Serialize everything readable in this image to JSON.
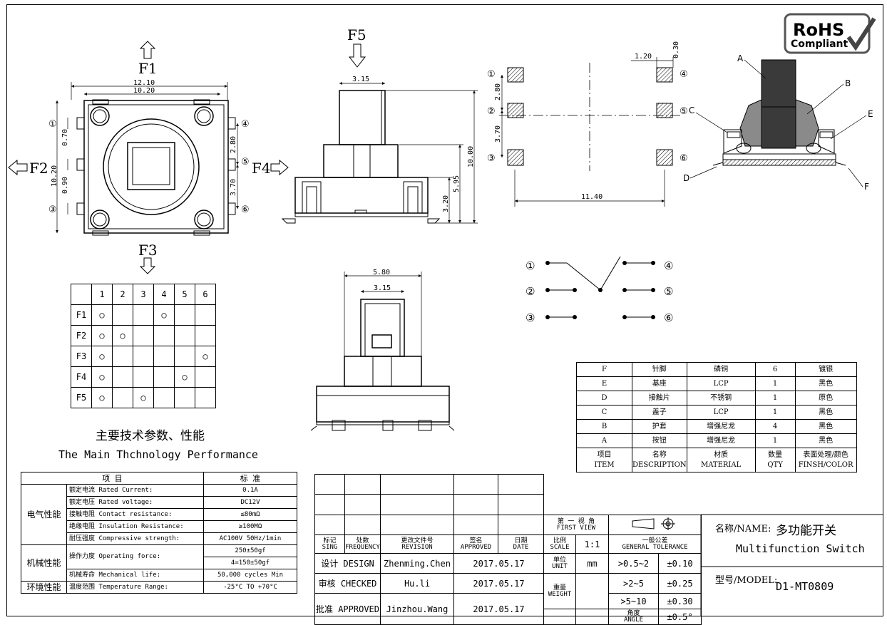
{
  "badge": {
    "line1": "RoHS",
    "line2": "Compliant"
  },
  "forces": {
    "f1": "F1",
    "f2": "F2",
    "f3": "F3",
    "f4": "F4",
    "f5": "F5"
  },
  "pins": {
    "p1": "①",
    "p2": "②",
    "p3": "③",
    "p4": "④",
    "p5": "⑤",
    "p6": "⑥"
  },
  "dims": {
    "top_w1": "12.10",
    "top_w2": "10.20",
    "left_h1": "0.70",
    "left_h2": "0.90",
    "left_h3": "10.20",
    "right_h1": "2.80",
    "right_h2": "3.70",
    "side_w": "3.15",
    "side_h1": "10.00",
    "side_h2": "5.95",
    "side_h3": "3.20",
    "pad_w": "1.20",
    "pad_h": "0.30",
    "pad_h1": "2.80",
    "pad_h2": "3.70",
    "pad_span": "11.40",
    "front_w1": "5.80",
    "front_w2": "3.15"
  },
  "section_labels": {
    "a": "A",
    "b": "B",
    "c": "C",
    "d": "D",
    "e": "E",
    "f": "F"
  },
  "matrix": {
    "cols": [
      "",
      "1",
      "2",
      "3",
      "4",
      "5",
      "6"
    ],
    "rows": [
      [
        "F1",
        "○",
        "",
        "",
        "○",
        "",
        ""
      ],
      [
        "F2",
        "○",
        "○",
        "",
        "",
        "",
        ""
      ],
      [
        "F3",
        "○",
        "",
        "",
        "",
        "",
        "○"
      ],
      [
        "F4",
        "○",
        "",
        "",
        "",
        "○",
        ""
      ],
      [
        "F5",
        "○",
        "",
        "○",
        "",
        "",
        ""
      ]
    ]
  },
  "performance": {
    "title_cn": "主要技术参数、性能",
    "title_en": "The Main Thchnology Performance"
  },
  "spec": {
    "head_item": "项  目",
    "head_std": "标  准",
    "group_elec": "电气性能",
    "group_mech": "机械性能",
    "group_env": "环境性能",
    "rows": [
      {
        "cn": "额定电流",
        "en": "Rated Current:",
        "val": "0.1A"
      },
      {
        "cn": "额定电压",
        "en": "Rated voltage:",
        "val": "DC12V"
      },
      {
        "cn": "接触电阻",
        "en": "Contact resistance:",
        "val": "≤80mΩ"
      },
      {
        "cn": "绝缘电阻",
        "en": "Insulation Resistance:",
        "val": "≥100MΩ"
      },
      {
        "cn": "耐压强度",
        "en": "Compressive strength:",
        "val": "AC100V  50Hz/1min"
      },
      {
        "cn": "操作力度",
        "en": "Operating force:",
        "val": "250±50gf",
        "val2": "4=150±50gf"
      },
      {
        "cn": "机械寿命",
        "en": "Mechanical life:",
        "val": "50,000 cycles Min"
      },
      {
        "cn": "温度范围",
        "en": "Temperature Range:",
        "val": "-25°C TO +70°C"
      }
    ]
  },
  "parts": {
    "rows": [
      [
        "F",
        "针脚",
        "磷铜",
        "6",
        "镀银"
      ],
      [
        "E",
        "基座",
        "LCP",
        "1",
        "黑色"
      ],
      [
        "D",
        "接触片",
        "不锈钢",
        "1",
        "原色"
      ],
      [
        "C",
        "盖子",
        "LCP",
        "1",
        "黑色"
      ],
      [
        "B",
        "护套",
        "增强尼龙",
        "4",
        "黑色"
      ],
      [
        "A",
        "按钮",
        "增强尼龙",
        "1",
        "黑色"
      ]
    ],
    "head_cn": [
      "项目",
      "名称",
      "材质",
      "数量",
      "表面处理/颜色"
    ],
    "head_en": [
      "ITEM",
      "DESCRIPTION",
      "MATERIAL",
      "QTY",
      "FINSH/COLOR"
    ]
  },
  "titleblock": {
    "mark_cn": "标记",
    "mark_en": "SING",
    "freq_cn": "处数",
    "freq_en": "FREQUENCY",
    "rev_cn": "更改文件号",
    "rev_en": "REVISION",
    "appr_cn": "签名",
    "appr_en": "APPROVED",
    "date_cn": "日期",
    "date_en": "DATE",
    "view_cn": "第 一 视 角",
    "view_en": "FIRST VIEW",
    "scale_cn": "比例",
    "scale_en": "SCALE",
    "scale": "1:1",
    "tol_cn": "一般公差",
    "tol_en": "GENERAL TOLERANCE",
    "unit_cn": "单位",
    "unit_en": "UNIT",
    "unit": "mm",
    "weight_cn": "重量",
    "weight_en": "WEIGHT",
    "angle_cn": "角度",
    "angle_en": "ANGLE",
    "tol_rows": [
      [
        ">0.5~2",
        "±0.10"
      ],
      [
        ">2~5",
        "±0.25"
      ],
      [
        ">5~10",
        "±0.30"
      ]
    ],
    "tol_angle": "±0.5°",
    "design_label": "设计 DESIGN",
    "design_name": "Zhenming.Chen",
    "design_date": "2017.05.17",
    "check_label": "审核 CHECKED",
    "check_name": "Hu.li",
    "check_date": "2017.05.17",
    "approve_label": "批准 APPROVED",
    "approve_name": "Jinzhou.Wang",
    "approve_date": "2017.05.17",
    "name_label": "名称/NAME:",
    "name_cn": "多功能开关",
    "name_en": "Multifunction Switch",
    "model_label": "型号/MODEL:",
    "model": "D1-MT0809"
  }
}
